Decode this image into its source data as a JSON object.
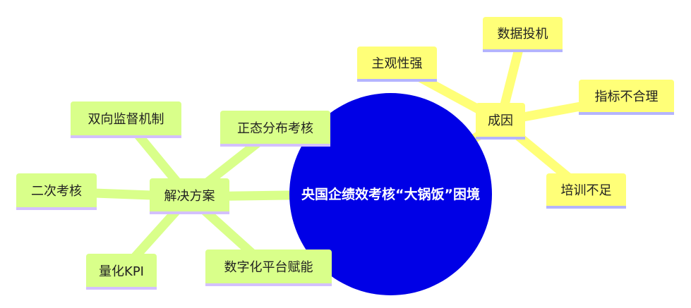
{
  "root": {
    "label": "央国企绩效考核“大锅饭”困境"
  },
  "branches": {
    "causes": {
      "label": "成因",
      "children": [
        "数据投机",
        "主观性强",
        "指标不合理",
        "培训不足"
      ]
    },
    "solutions": {
      "label": "解决方案",
      "children": [
        "正态分布考核",
        "双向监督机制",
        "二次考核",
        "量化KPI",
        "数字化平台赋能"
      ]
    }
  },
  "colors": {
    "root": "#0000e6",
    "causes": "#ffff78",
    "solutions": "#d9ff8a",
    "underline": "#b4b4ff"
  }
}
